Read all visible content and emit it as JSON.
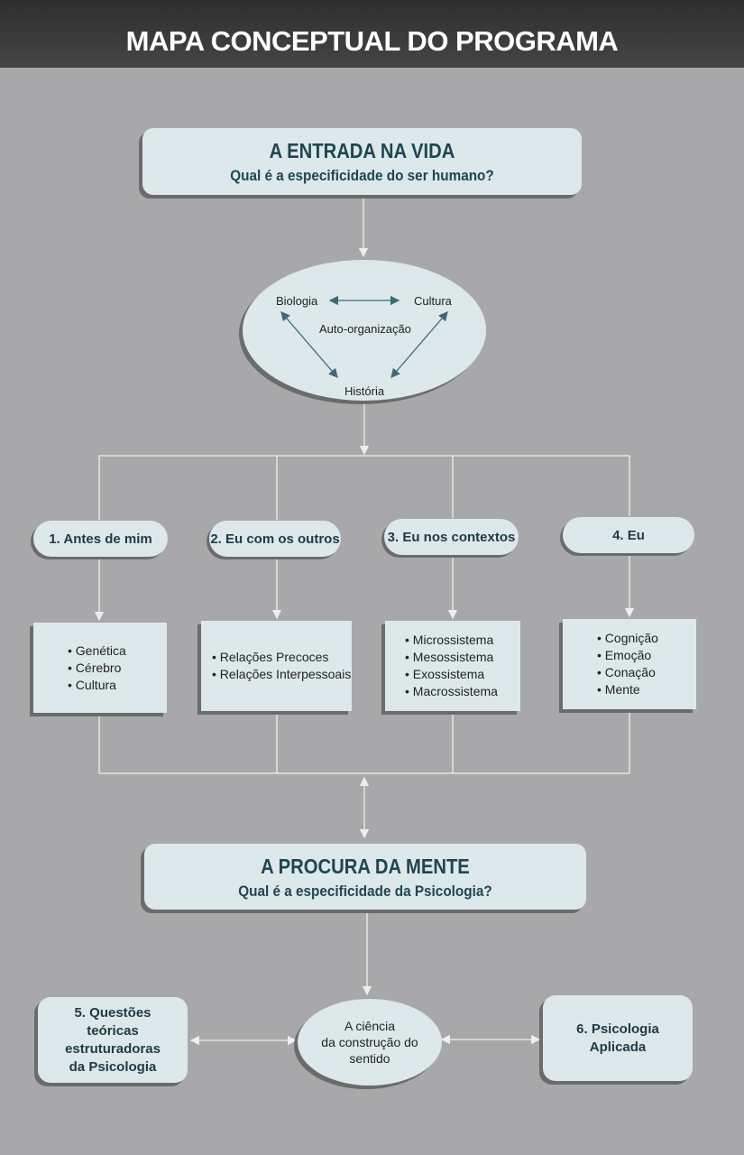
{
  "title": "MAPA CONCEPTUAL DO PROGRAMA",
  "top_box": {
    "title": "A ENTRADA NA VIDA",
    "subtitle": "Qual é a especificidade do ser humano?"
  },
  "ellipse": {
    "biologia": "Biologia",
    "cultura": "Cultura",
    "center": "Auto-organização",
    "historia": "História"
  },
  "pills": [
    "1. Antes de mim",
    "2. Eu com os outros",
    "3. Eu nos contextos",
    "4. Eu"
  ],
  "lists": [
    [
      "Genética",
      "Cérebro",
      "Cultura"
    ],
    [
      "Relações Precoces",
      "Relações Interpessoais"
    ],
    [
      "Microssistema",
      "Mesossistema",
      "Exossistema",
      "Macrossistema"
    ],
    [
      "Cognição",
      "Emoção",
      "Conação",
      "Mente"
    ]
  ],
  "bottom_box": {
    "title": "A PROCURA DA MENTE",
    "subtitle": "Qual é a especificidade da Psicologia?"
  },
  "left_box": [
    "5. Questões",
    "teóricas",
    "estruturadoras",
    "da Psicologia"
  ],
  "center_circle": [
    "A ciência",
    "da construção do",
    "sentido"
  ],
  "right_box": [
    "6. Psicologia",
    "Aplicada"
  ]
}
